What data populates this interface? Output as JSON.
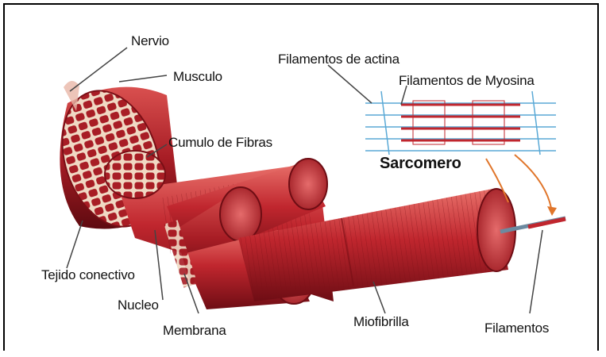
{
  "labels": {
    "nervio": "Nervio",
    "musculo": "Musculo",
    "cumulo_de_fibras": "Cumulo de Fibras",
    "tejido_conectivo": "Tejido conectivo",
    "nucleo": "Nucleo",
    "membrana": "Membrana",
    "miofibrilla": "Miofibrilla",
    "filamentos": "Filamentos",
    "filamentos_de_actina": "Filamentos de actina",
    "filamentos_de_myosina": "Filamentos de Myosina",
    "sarcomero": "Sarcomero"
  },
  "colors": {
    "muscle": "#b8232c",
    "muscle_dark": "#7a0f16",
    "muscle_light": "#e06a6a",
    "actin": "#5aa9d6",
    "arrow": "#e0752a"
  }
}
